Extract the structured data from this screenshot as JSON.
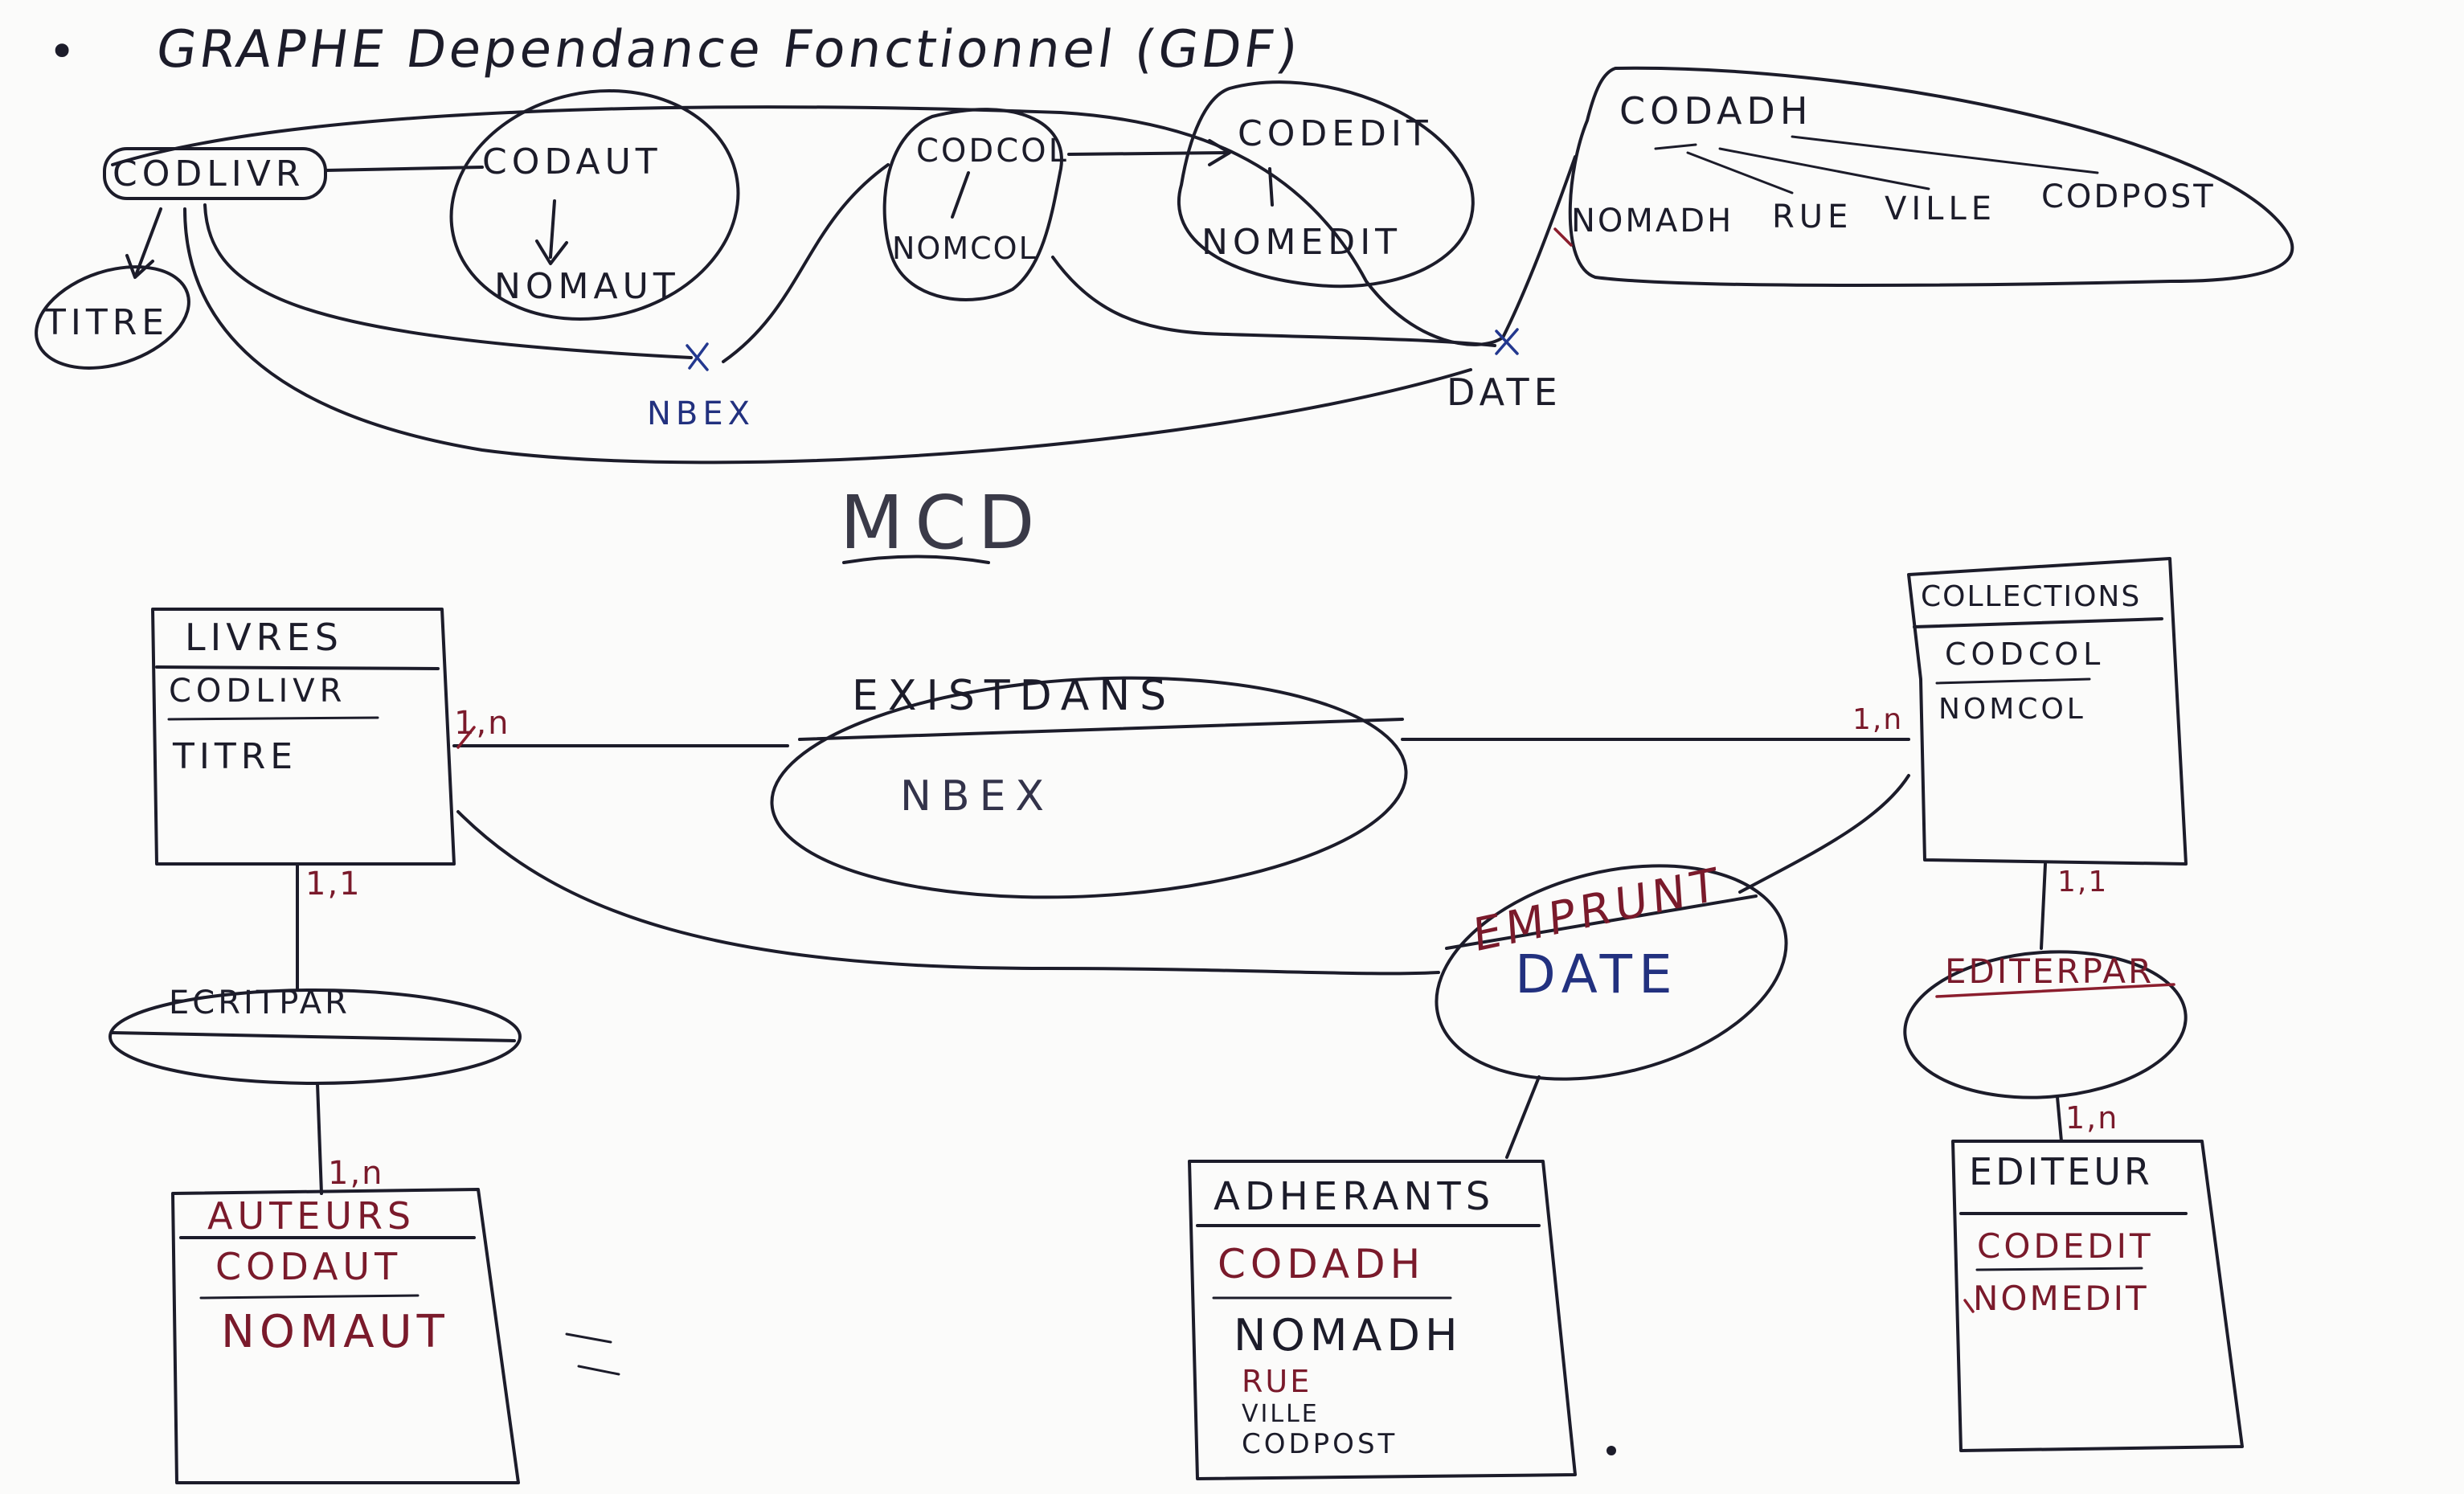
{
  "gdf": {
    "bullet": "•",
    "title": "GRAPHE Dependance Fonctionnel (GDF)",
    "nodes": {
      "codliv": "CODLIVR",
      "titre": "TITRE",
      "codaut": "CODAUT",
      "nomaut": "NOMAUT",
      "codcol": "CODCOL",
      "nomcol": "NOMCOL",
      "codedit": "CODEDIT",
      "nomedit": "NOMEDIT",
      "codadh": "CODADH",
      "nomadh": "NOMADH",
      "rue": "RUE",
      "ville": "VILLE",
      "codpost": "CODPOST",
      "nbex": "NBEX",
      "date": "DATE"
    }
  },
  "mcd": {
    "title": "MCD",
    "entities": {
      "livres": {
        "name": "LIVRES",
        "key": "CODLIVR",
        "attrs": [
          "TITRE"
        ]
      },
      "collections": {
        "name": "COLLECTIONS",
        "key": "CODCOL",
        "attrs": [
          "NOMCOL"
        ]
      },
      "auteurs": {
        "name": "AUTEURS",
        "key": "CODAUT",
        "attrs": [
          "NOMAUT"
        ]
      },
      "adherants": {
        "name": "ADHERANTS",
        "key": "CODADH",
        "attrs": [
          "NOMADH",
          "RUE",
          "VILLE",
          "CODPOST"
        ]
      },
      "editeur": {
        "name": "EDITEUR",
        "key": "CODEDIT",
        "attrs": [
          "NOMEDIT"
        ]
      }
    },
    "associations": {
      "existdans": {
        "name": "EXISTDANS",
        "attr": "NBEX"
      },
      "ecritpar": {
        "name": "ECRITPAR"
      },
      "emprunt": {
        "name": "EMPRUNT",
        "attr": "DATE"
      },
      "editerpar": {
        "name": "EDITERPAR"
      }
    },
    "cardinalities": {
      "livres_existdans": "1,n",
      "collections_existdans": "1,n",
      "livres_ecritpar": "1,1",
      "auteurs_ecritpar": "1,n",
      "collections_editerpar": "1,1",
      "editeur_editerpar": "1,n"
    }
  },
  "colors": {
    "ink": "#1c1c2a",
    "maroon": "#7a1a2b",
    "navy": "#22317f",
    "paper": "#fbfbfa"
  }
}
